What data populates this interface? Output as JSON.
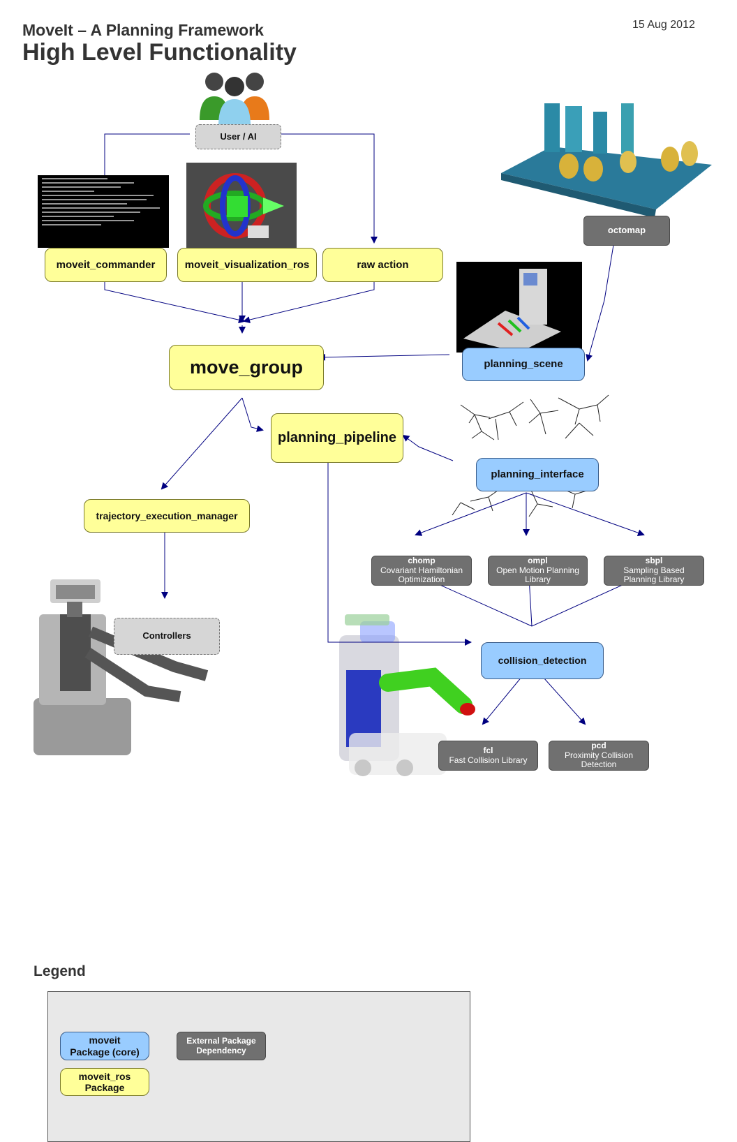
{
  "header": {
    "subtitle": "MoveIt – A Planning Framework",
    "title": "High Level Functionality",
    "date": "15 Aug 2012"
  },
  "nodes": {
    "user_ai": "User / AI",
    "moveit_commander": "moveit_commander",
    "moveit_visualization_ros": "moveit_visualization_ros",
    "raw_action": "raw action",
    "octomap": "octomap",
    "planning_scene": "planning_scene",
    "move_group": "move_group",
    "planning_pipeline": "planning_pipeline",
    "planning_interface": "planning_interface",
    "trajectory_execution_manager": "trajectory_execution_manager",
    "controllers": "Controllers",
    "collision_detection": "collision_detection"
  },
  "external": {
    "chomp": {
      "name": "chomp",
      "desc1": "Covariant Hamiltonian",
      "desc2": "Optimization"
    },
    "ompl": {
      "name": "ompl",
      "desc1": "Open Motion Planning",
      "desc2": "Library"
    },
    "sbpl": {
      "name": "sbpl",
      "desc1": "Sampling Based",
      "desc2": "Planning Library"
    },
    "fcl": {
      "name": "fcl",
      "desc1": "Fast Collision Library"
    },
    "pcd": {
      "name": "pcd",
      "desc1": "Proximity Collision",
      "desc2": "Detection"
    }
  },
  "legend": {
    "title": "Legend",
    "core_line1": "moveit",
    "core_line2": "Package (core)",
    "ros_line1": "moveit_ros",
    "ros_line2": "Package",
    "ext_line1": "External Package",
    "ext_line2": "Dependency"
  },
  "colors": {
    "moveit_ros_package": "#ffff99",
    "moveit_core_package": "#99ccff",
    "external_dependency": "#707070",
    "arrow": "#000080"
  },
  "icons": [
    "users-icon",
    "terminal-screenshot",
    "interactive-marker-render",
    "octomap-render",
    "planning-scene-render",
    "random-tree-render",
    "pr2-robot-render",
    "pr2-collision-render"
  ]
}
